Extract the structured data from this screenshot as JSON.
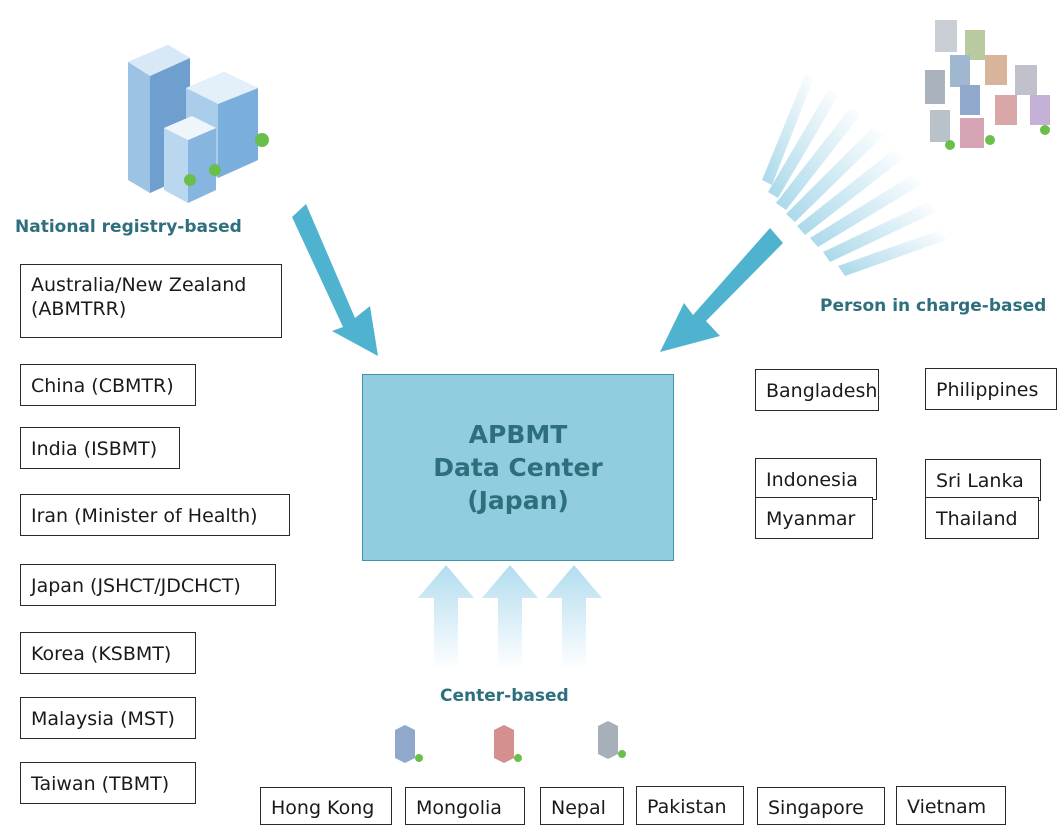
{
  "headings": {
    "national": "National registry-based",
    "person": "Person in charge-based",
    "center": "Center-based"
  },
  "data_center": {
    "line1": "APBMT",
    "line2": "Data Center",
    "line3": "(Japan)"
  },
  "national_registries": [
    {
      "line1": "Australia/New Zealand",
      "line2": "(ABMTRR)"
    },
    {
      "label": "China (CBMTR)"
    },
    {
      "label": "India (ISBMT)"
    },
    {
      "label": "Iran (Minister of Health)"
    },
    {
      "label": "Japan (JSHCT/JDCHCT)"
    },
    {
      "label": "Korea (KSBMT)"
    },
    {
      "label": "Malaysia (MST)"
    },
    {
      "label": "Taiwan (TBMT)"
    }
  ],
  "person_in_charge_countries": [
    "Bangladesh",
    "Philippines",
    "Indonesia",
    "Sri Lanka",
    "Myanmar",
    "Thailand"
  ],
  "center_countries": [
    "Hong Kong",
    "Mongolia",
    "Nepal",
    "Pakistan",
    "Singapore",
    "Vietnam"
  ],
  "colors": {
    "accent_text": "#2e6f7e",
    "center_fill": "#92cddf",
    "arrow": "#4fb3cf",
    "arrow_light": "#c4e6f2"
  },
  "icons": [
    "office-buildings-icon",
    "building-cluster-icon",
    "small-building-icon"
  ]
}
